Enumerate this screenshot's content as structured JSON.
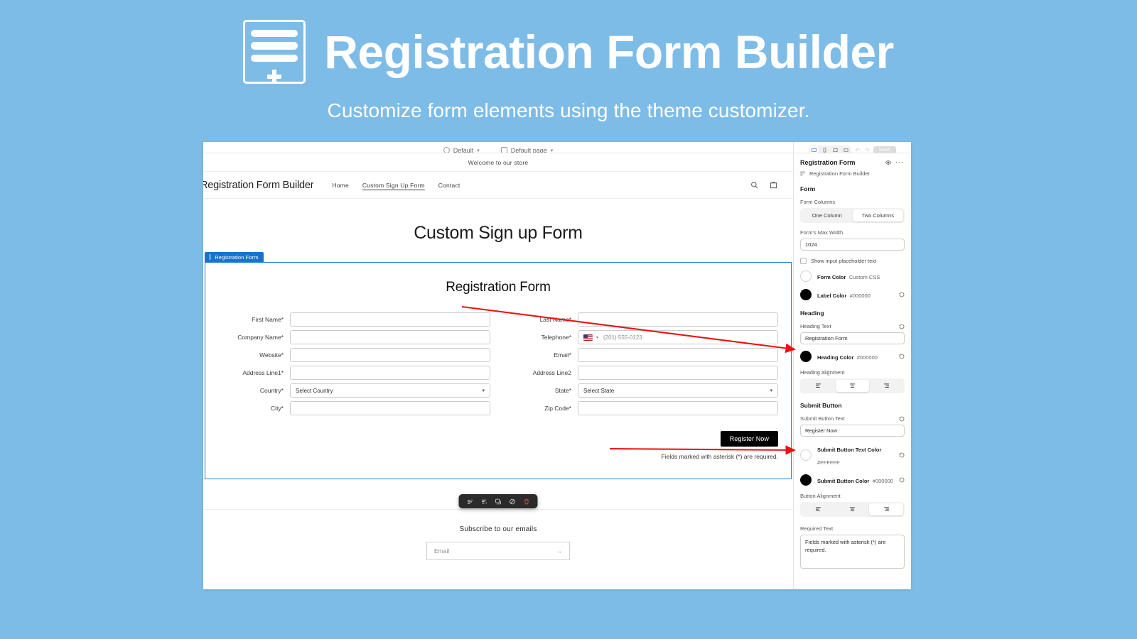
{
  "hero": {
    "title": "Registration Form Builder",
    "subtitle": "Customize form elements using the theme customizer.",
    "logo_icon": "form-builder-logo-icon",
    "bg_color": "#7EBCE8"
  },
  "editor_topbar": {
    "theme_selector": "Default",
    "page_selector": "Default page",
    "theme_icon": "theme-icon",
    "page_icon": "page-icon",
    "save_label": "Save"
  },
  "storefront": {
    "announcement": "Welcome to our store",
    "brand": "Registration Form Builder",
    "nav": [
      {
        "label": "Home",
        "active": false
      },
      {
        "label": "Custom Sign Up Form",
        "active": true
      },
      {
        "label": "Contact",
        "active": false
      }
    ],
    "header_icons": [
      "search-icon",
      "cart-icon"
    ],
    "page_title": "Custom Sign up Form",
    "footer": {
      "subscribe_title": "Subscribe to our emails",
      "email_placeholder": "Email",
      "submit_icon": "arrow-right-icon"
    }
  },
  "block": {
    "badge_label": "Registration Form",
    "badge_icon": "drag-handle-icon",
    "heading": "Registration Form",
    "required_note": "Fields marked with asterisk (*) are required.",
    "submit_label": "Register Now",
    "toolbar_icons": [
      "move-up-icon",
      "move-down-icon",
      "duplicate-icon",
      "hide-icon",
      "delete-icon"
    ]
  },
  "form_fields": [
    {
      "label": "First Name*",
      "type": "text",
      "value": ""
    },
    {
      "label": "Last Name*",
      "type": "text",
      "value": ""
    },
    {
      "label": "Company Name*",
      "type": "text",
      "value": ""
    },
    {
      "label": "Telephone*",
      "type": "tel",
      "value": "(201) 555-0123"
    },
    {
      "label": "Website*",
      "type": "text",
      "value": ""
    },
    {
      "label": "Email*",
      "type": "text",
      "value": ""
    },
    {
      "label": "Address Line1*",
      "type": "text",
      "value": ""
    },
    {
      "label": "Address Line2",
      "type": "text",
      "value": ""
    },
    {
      "label": "Country*",
      "type": "select",
      "value": "Select Country"
    },
    {
      "label": "State*",
      "type": "select",
      "value": "Select State"
    },
    {
      "label": "City*",
      "type": "text",
      "value": ""
    },
    {
      "label": "Zip Code*",
      "type": "text",
      "value": ""
    }
  ],
  "sidebar": {
    "title": "Registration Form",
    "visibility_icon": "eye-icon",
    "more_icon": "more-menu-icon",
    "breadcrumb": "Registration Form Builder",
    "breadcrumb_icon": "block-icon",
    "sections": {
      "form": {
        "title": "Form",
        "columns_label": "Form Columns",
        "columns_options": [
          "One Column",
          "Two Columns"
        ],
        "columns_selected": "Two Columns",
        "max_width_label": "Form's Max Width",
        "max_width_value": "1024",
        "placeholder_toggle_label": "Show input placeholder text",
        "placeholder_toggle_checked": false,
        "form_color_name": "Form Color",
        "form_color_value": "Custom CSS",
        "form_color_hex": "#FFFFFF",
        "label_color_name": "Label Color",
        "label_color_value": "#000000",
        "label_color_hex": "#000000"
      },
      "heading": {
        "title": "Heading",
        "text_label": "Heading Text",
        "text_value": "Registration Form",
        "color_name": "Heading Color",
        "color_value": "#000000",
        "color_hex": "#000000",
        "alignment_label": "Heading alignment",
        "alignment_options": [
          "left",
          "center",
          "right"
        ],
        "alignment_selected": "center"
      },
      "submit": {
        "title": "Submit Button",
        "text_label": "Submit Button Text",
        "text_value": "Register Now",
        "text_color_name": "Submit Button Text Color",
        "text_color_value": "#FFFFFF",
        "text_color_hex": "#FFFFFF",
        "bg_color_name": "Submit Button Color",
        "bg_color_value": "#000000",
        "bg_color_hex": "#000000",
        "alignment_label": "Button Alignment",
        "alignment_options": [
          "left",
          "center",
          "right"
        ],
        "alignment_selected": "right"
      },
      "required": {
        "text_label": "Required Text",
        "text_value": "Fields marked with asterisk (*) are required."
      }
    },
    "reset_icon": "reset-icon"
  },
  "annotations": {
    "arrow_color": "#EE1111",
    "arrow_1_target": "Heading Text field",
    "arrow_2_target": "Submit Button Text field"
  }
}
